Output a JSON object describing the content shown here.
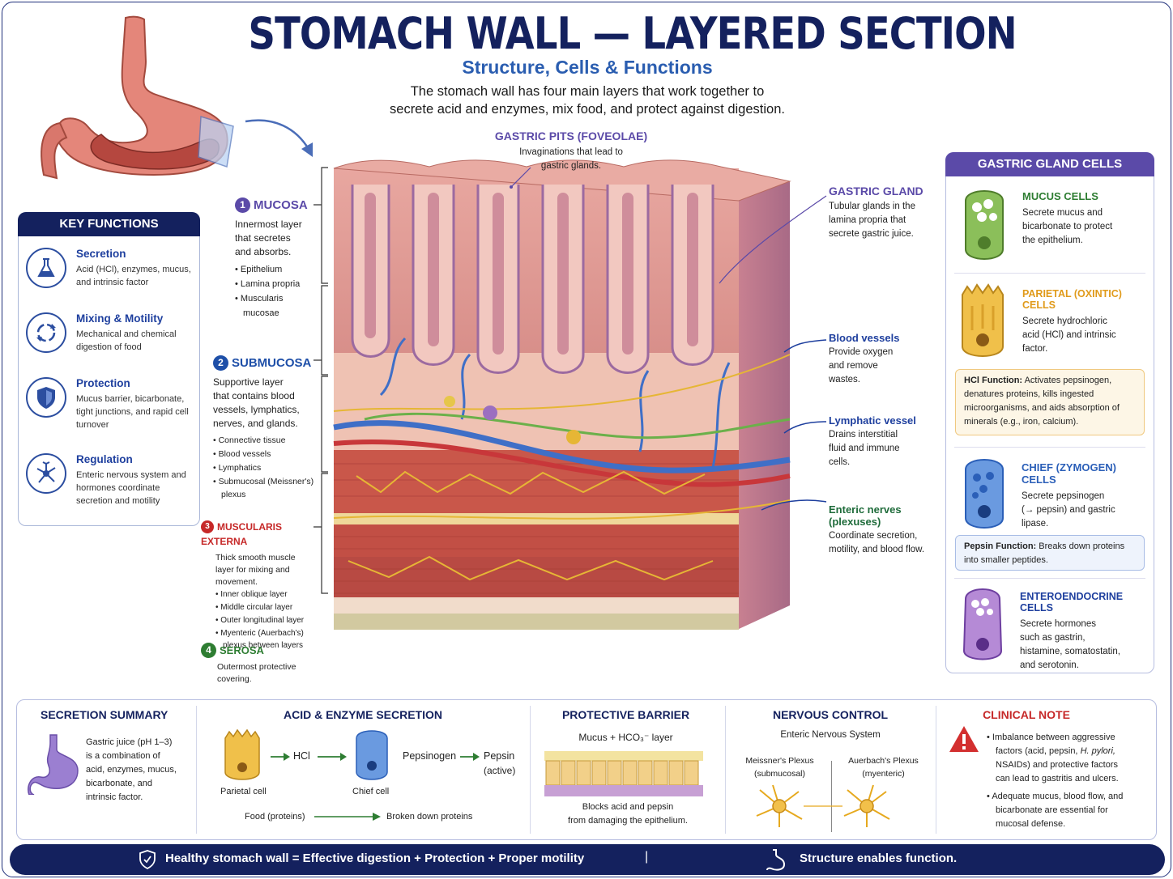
{
  "header": {
    "title": "STOMACH WALL — LAYERED SECTION",
    "subtitle": "Structure, Cells & Functions",
    "intro_line1": "The stomach wall has four main layers that work together to",
    "intro_line2": "secrete acid and enzymes, mix food, and protect against digestion."
  },
  "key_functions": {
    "title": "KEY FUNCTIONS",
    "items": [
      {
        "title": "Secretion",
        "text": "Acid (HCl), enzymes, mucus, and intrinsic factor",
        "icon": "flask-icon"
      },
      {
        "title": "Mixing & Motility",
        "text": "Mechanical and chemical digestion of food",
        "icon": "cycle-arrows-icon"
      },
      {
        "title": "Protection",
        "text": "Mucus barrier, bicarbonate, tight junctions, and rapid cell turnover",
        "icon": "shield-icon"
      },
      {
        "title": "Regulation",
        "text": "Enteric nervous system and hormones coordinate secretion and motility",
        "icon": "neuron-icon"
      }
    ]
  },
  "layers": {
    "mucosa": {
      "num": "1",
      "title": "MUCOSA",
      "line1": "Innermost layer",
      "line2": "that secretes",
      "line3": "and absorbs.",
      "bullets": [
        "Epithelium",
        "Lamina propria",
        "Muscularis",
        "mucosae"
      ]
    },
    "submucosa": {
      "num": "2",
      "title": "SUBMUCOSA",
      "line1": "Supportive layer",
      "line2": "that contains blood",
      "line3": "vessels, lymphatics,",
      "line4": "nerves, and glands.",
      "bullets": [
        "Connective tissue",
        "Blood vessels",
        "Lymphatics",
        "Submucosal (Meissner's)",
        "plexus"
      ]
    },
    "muscularis": {
      "num": "3",
      "title": "MUSCULARIS EXTERNA",
      "line1": "Thick smooth muscle",
      "line2": "layer for mixing and",
      "line3": "movement.",
      "bullets": [
        "Inner oblique layer",
        "Middle circular layer",
        "Outer longitudinal layer",
        "Myenteric (Auerbach's)",
        "plexus between layers"
      ]
    },
    "serosa": {
      "num": "4",
      "title": "SEROSA",
      "line1": "Outermost protective",
      "line2": "covering."
    }
  },
  "callouts": {
    "pits": {
      "title": "GASTRIC PITS (FOVEOLAE)",
      "line1": "Invaginations that lead to",
      "line2": "gastric glands."
    },
    "gland": {
      "title": "GASTRIC GLAND",
      "line1": "Tubular glands in the",
      "line2": "lamina propria that",
      "line3": "secrete gastric juice."
    },
    "blood": {
      "title": "Blood vessels",
      "line1": "Provide oxygen",
      "line2": "and remove",
      "line3": "wastes."
    },
    "lymph": {
      "title": "Lymphatic vessel",
      "line1": "Drains interstitial",
      "line2": "fluid and immune",
      "line3": "cells."
    },
    "nerves": {
      "title": "Enteric nerves",
      "title2": "(plexuses)",
      "line1": "Coordinate secretion,",
      "line2": "motility, and blood flow."
    }
  },
  "gland_cells": {
    "title": "GASTRIC GLAND CELLS",
    "mucus": {
      "title": "MUCUS CELLS",
      "line1": "Secrete mucus and",
      "line2": "bicarbonate to protect",
      "line3": "the epithelium.",
      "color": "#2e7d32"
    },
    "parietal": {
      "title": "PARIETAL (OXINTIC) CELLS",
      "line1": "Secrete hydrochloric",
      "line2": "acid (HCl) and intrinsic",
      "line3": "factor.",
      "color": "#e09a1a"
    },
    "hcl_note": {
      "label": "HCl Function:",
      "text": "Activates pepsinogen, denatures proteins, kills ingested microorganisms, and aids absorption of minerals (e.g., iron, calcium)."
    },
    "chief": {
      "title": "CHIEF (ZYMOGEN) CELLS",
      "line1": "Secrete pepsinogen",
      "line2": "(→ pepsin) and gastric",
      "line3": "lipase.",
      "color": "#2b5fb8"
    },
    "pepsin_note": {
      "label": "Pepsin Function:",
      "text": "Breaks down proteins into smaller peptides."
    },
    "entero": {
      "title": "ENTEROENDOCRINE CELLS",
      "line1": "Secrete hormones",
      "line2": "such as gastrin,",
      "line3": "histamine, somatostatin,",
      "line4": "and serotonin.",
      "color": "#1e3f9e"
    }
  },
  "bottom": {
    "summary": {
      "title": "SECRETION SUMMARY",
      "line1": "Gastric juice (pH 1–3)",
      "line2": "is a combination of",
      "line3": "acid, enzymes, mucus,",
      "line4": "bicarbonate, and",
      "line5": "intrinsic factor."
    },
    "acid": {
      "title": "ACID & ENZYME SECRETION",
      "hcl": "HCl",
      "pepsinogen": "Pepsinogen",
      "pepsin": "Pepsin",
      "active": "(active)",
      "parietal": "Parietal cell",
      "chief": "Chief cell",
      "food": "Food (proteins)",
      "broken": "Broken down proteins"
    },
    "barrier": {
      "title": "PROTECTIVE BARRIER",
      "layer": "Mucus + HCO₃⁻ layer",
      "line1": "Blocks acid and pepsin",
      "line2": "from damaging the epithelium."
    },
    "nervous": {
      "title": "NERVOUS CONTROL",
      "system": "Enteric Nervous System",
      "m1": "Meissner's Plexus",
      "m2": "(submucosal)",
      "a1": "Auerbach's Plexus",
      "a2": "(myenteric)"
    },
    "clinical": {
      "title": "CLINICAL NOTE",
      "b1_l1": "Imbalance between aggressive",
      "b1_l2a": "factors (acid, pepsin, ",
      "b1_l2b": "H. pylori,",
      "b1_l3": "NSAIDs) and protective factors",
      "b1_l4": "can lead to gastritis and ulcers.",
      "b2_l1": "Adequate mucus, blood flow, and",
      "b2_l2": "bicarbonate are essential for",
      "b2_l3": "mucosal defense."
    }
  },
  "footer": {
    "left": "Healthy stomach wall = Effective digestion + Protection + Proper motility",
    "divider": "|",
    "right": "Structure enables function."
  }
}
